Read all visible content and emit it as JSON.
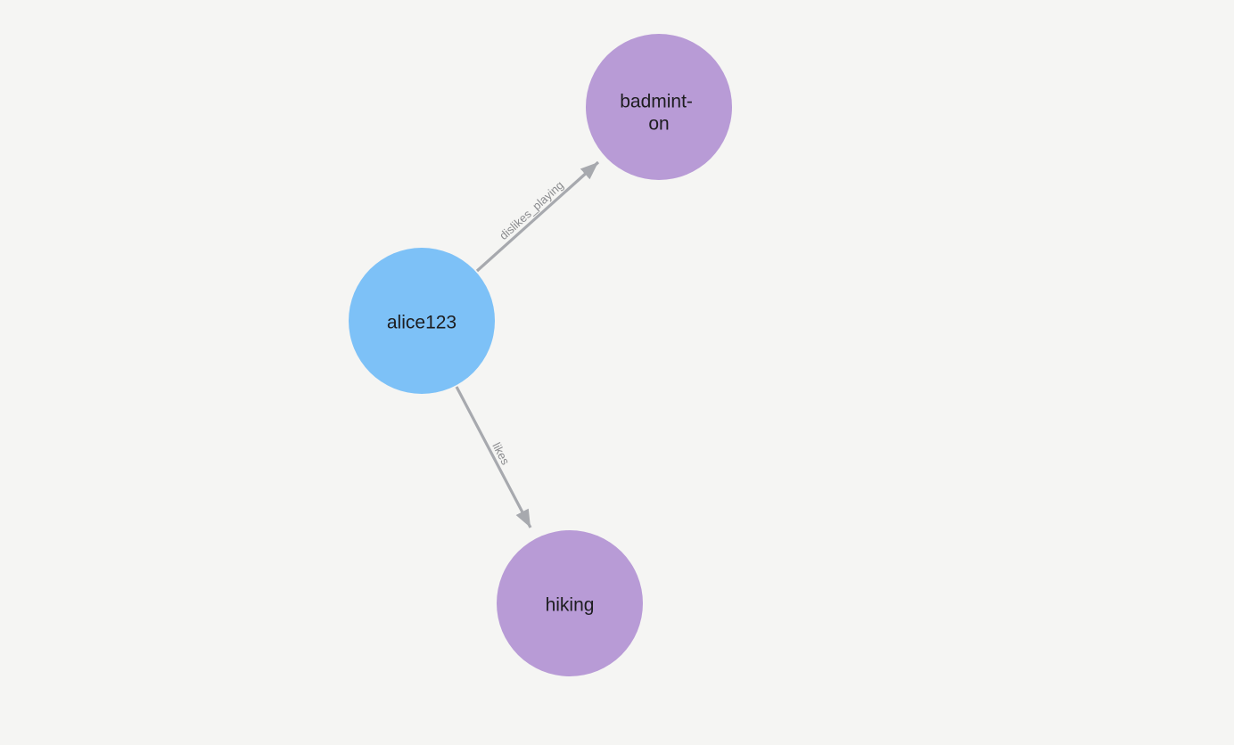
{
  "canvas": {
    "background_color": "#f5f5f3"
  },
  "graph": {
    "nodes": [
      {
        "id": "alice123",
        "lines": [
          "alice123"
        ],
        "color": "#7dc1f7",
        "label_color": "#1d1d1f"
      },
      {
        "id": "badminton",
        "lines": [
          "badmint-",
          "on"
        ],
        "color": "#b89bd6",
        "label_color": "#1d1d1f"
      },
      {
        "id": "hiking",
        "lines": [
          "hiking"
        ],
        "color": "#b89bd6",
        "label_color": "#1d1d1f"
      }
    ],
    "edges": [
      {
        "from": "alice123",
        "to": "badminton",
        "label": "dislikes_playing",
        "color": "#a7a9ae",
        "label_color": "#8a8b8e"
      },
      {
        "from": "alice123",
        "to": "hiking",
        "label": "likes",
        "color": "#a7a9ae",
        "label_color": "#8a8b8e"
      }
    ]
  }
}
